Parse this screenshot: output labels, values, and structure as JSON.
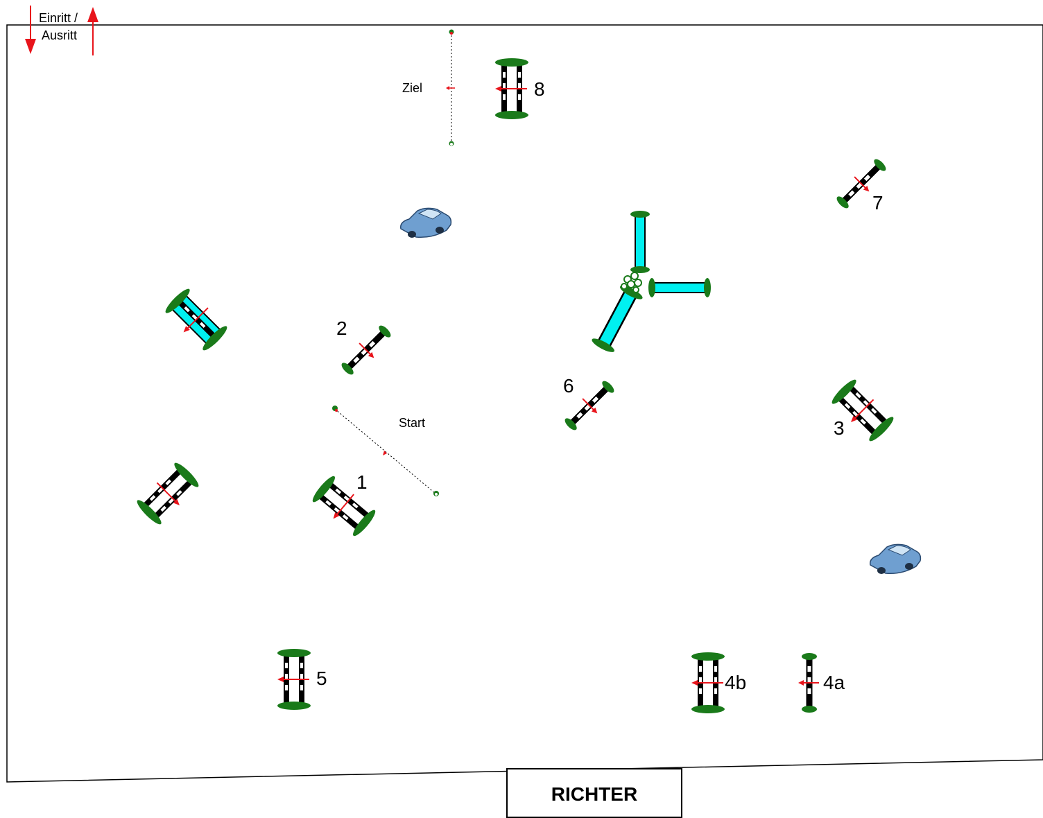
{
  "entrance": {
    "label_line1": "Einritt /",
    "label_line2": "Ausritt"
  },
  "finish_line": {
    "label": "Ziel"
  },
  "start_line": {
    "label": "Start"
  },
  "judge_box": {
    "label": "RICHTER"
  },
  "obstacles": [
    {
      "id": "8",
      "label": "8",
      "kind": "oxer"
    },
    {
      "id": "7",
      "label": "7",
      "kind": "vertical"
    },
    {
      "id": "2",
      "label": "2",
      "kind": "vertical"
    },
    {
      "id": "6",
      "label": "6",
      "kind": "vertical"
    },
    {
      "id": "3",
      "label": "3",
      "kind": "oxer"
    },
    {
      "id": "1",
      "label": "1",
      "kind": "oxer"
    },
    {
      "id": "5",
      "label": "5",
      "kind": "oxer"
    },
    {
      "id": "4b",
      "label": "4b",
      "kind": "oxer"
    },
    {
      "id": "4a",
      "label": "4a",
      "kind": "vertical"
    }
  ],
  "colors": {
    "arrow": "#e8141b",
    "greenery": "#1a7a1a",
    "water": "#00f0f0",
    "car": "#6f9fd0"
  }
}
